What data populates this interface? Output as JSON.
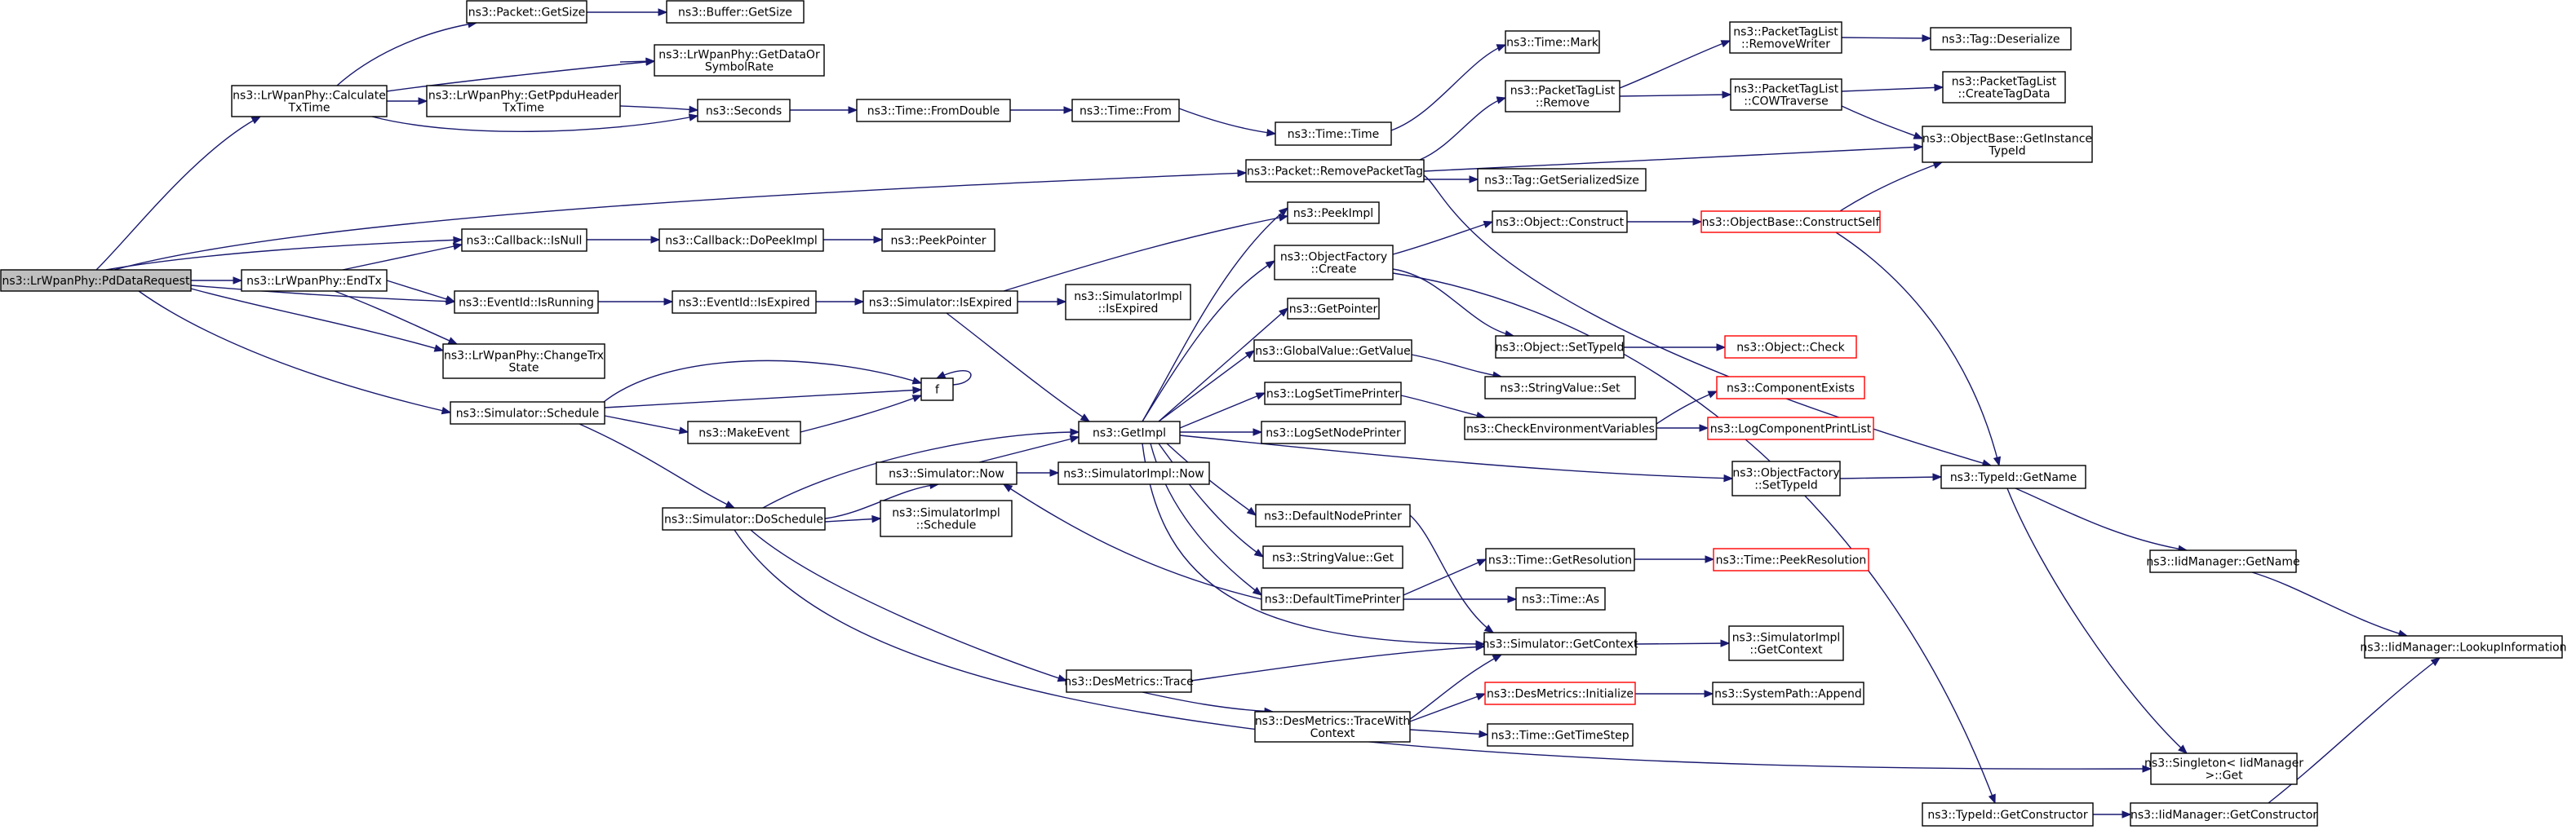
{
  "graph": {
    "edge_color": "#191970",
    "truncated_border_color": "#ff0000",
    "root_fill": "#bfbfbf",
    "nodes": [
      {
        "id": "n0",
        "lines": [
          "ns3::LrWpanPhy::PdDataRequest"
        ],
        "root": true
      },
      {
        "id": "n1",
        "lines": [
          "ns3::LrWpanPhy::Calculate",
          "TxTime"
        ]
      },
      {
        "id": "n2",
        "lines": [
          "ns3::Packet::GetSize"
        ]
      },
      {
        "id": "n3",
        "lines": [
          "ns3::Buffer::GetSize"
        ]
      },
      {
        "id": "n4",
        "lines": [
          "ns3::LrWpanPhy::GetDataOr",
          "SymbolRate"
        ]
      },
      {
        "id": "n5",
        "lines": [
          "ns3::LrWpanPhy::GetPpduHeader",
          "TxTime"
        ]
      },
      {
        "id": "n6",
        "lines": [
          "ns3::Seconds"
        ]
      },
      {
        "id": "n7",
        "lines": [
          "ns3::Time::FromDouble"
        ]
      },
      {
        "id": "n8",
        "lines": [
          "ns3::Time::From"
        ]
      },
      {
        "id": "n9",
        "lines": [
          "ns3::Time::Time"
        ]
      },
      {
        "id": "n10",
        "lines": [
          "ns3::Time::Mark"
        ]
      },
      {
        "id": "n11",
        "lines": [
          "ns3::PacketTagList",
          "::RemoveWriter"
        ]
      },
      {
        "id": "n12",
        "lines": [
          "ns3::Tag::Deserialize"
        ]
      },
      {
        "id": "n13",
        "lines": [
          "ns3::PacketTagList",
          "::Remove"
        ]
      },
      {
        "id": "n14",
        "lines": [
          "ns3::PacketTagList",
          "::COWTraverse"
        ]
      },
      {
        "id": "n15",
        "lines": [
          "ns3::PacketTagList",
          "::CreateTagData"
        ]
      },
      {
        "id": "n16",
        "lines": [
          "ns3::ObjectBase::GetInstance",
          "TypeId"
        ]
      },
      {
        "id": "n17",
        "lines": [
          "ns3::Packet::RemovePacketTag"
        ]
      },
      {
        "id": "n18",
        "lines": [
          "ns3::Tag::GetSerializedSize"
        ]
      },
      {
        "id": "n19",
        "lines": [
          "ns3::PeekImpl"
        ]
      },
      {
        "id": "n20",
        "lines": [
          "ns3::Callback::IsNull"
        ]
      },
      {
        "id": "n21",
        "lines": [
          "ns3::Callback::DoPeekImpl"
        ]
      },
      {
        "id": "n22",
        "lines": [
          "ns3::PeekPointer"
        ]
      },
      {
        "id": "n23",
        "lines": [
          "ns3::Object::Construct"
        ]
      },
      {
        "id": "n24",
        "lines": [
          "ns3::ObjectBase::ConstructSelf"
        ],
        "truncated": true
      },
      {
        "id": "n25",
        "lines": [
          "ns3::ObjectFactory",
          "::Create"
        ]
      },
      {
        "id": "n26",
        "lines": [
          "ns3::LrWpanPhy::EndTx"
        ]
      },
      {
        "id": "n27",
        "lines": [
          "ns3::EventId::IsRunning"
        ]
      },
      {
        "id": "n28",
        "lines": [
          "ns3::EventId::IsExpired"
        ]
      },
      {
        "id": "n29",
        "lines": [
          "ns3::Simulator::IsExpired"
        ]
      },
      {
        "id": "n30",
        "lines": [
          "ns3::SimulatorImpl",
          "::IsExpired"
        ]
      },
      {
        "id": "n31",
        "lines": [
          "ns3::GetPointer"
        ]
      },
      {
        "id": "n32",
        "lines": [
          "ns3::LrWpanPhy::ChangeTrx",
          "State"
        ]
      },
      {
        "id": "n33",
        "lines": [
          "ns3::GlobalValue::GetValue"
        ]
      },
      {
        "id": "n34",
        "lines": [
          "ns3::Object::SetTypeId"
        ]
      },
      {
        "id": "n35",
        "lines": [
          "ns3::Object::Check"
        ],
        "truncated": true
      },
      {
        "id": "n36",
        "lines": [
          "f"
        ]
      },
      {
        "id": "n37",
        "lines": [
          "ns3::StringValue::Set"
        ]
      },
      {
        "id": "n38",
        "lines": [
          "ns3::ComponentExists"
        ],
        "truncated": true
      },
      {
        "id": "n39",
        "lines": [
          "ns3::Simulator::Schedule"
        ]
      },
      {
        "id": "n40",
        "lines": [
          "ns3::LogSetTimePrinter"
        ]
      },
      {
        "id": "n41",
        "lines": [
          "ns3::MakeEvent"
        ]
      },
      {
        "id": "n42",
        "lines": [
          "ns3::GetImpl"
        ]
      },
      {
        "id": "n43",
        "lines": [
          "ns3::LogSetNodePrinter"
        ]
      },
      {
        "id": "n44",
        "lines": [
          "ns3::CheckEnvironmentVariables"
        ]
      },
      {
        "id": "n45",
        "lines": [
          "ns3::LogComponentPrintList"
        ],
        "truncated": true
      },
      {
        "id": "n46",
        "lines": [
          "ns3::Simulator::Now"
        ]
      },
      {
        "id": "n47",
        "lines": [
          "ns3::SimulatorImpl::Now"
        ]
      },
      {
        "id": "n48",
        "lines": [
          "ns3::ObjectFactory",
          "::SetTypeId"
        ]
      },
      {
        "id": "n49",
        "lines": [
          "ns3::TypeId::GetName"
        ]
      },
      {
        "id": "n50",
        "lines": [
          "ns3::Simulator::DoSchedule"
        ]
      },
      {
        "id": "n51",
        "lines": [
          "ns3::SimulatorImpl",
          "::Schedule"
        ]
      },
      {
        "id": "n52",
        "lines": [
          "ns3::DefaultNodePrinter"
        ]
      },
      {
        "id": "n53",
        "lines": [
          "ns3::IidManager::GetName"
        ]
      },
      {
        "id": "n54",
        "lines": [
          "ns3::StringValue::Get"
        ]
      },
      {
        "id": "n55",
        "lines": [
          "ns3::Time::GetResolution"
        ]
      },
      {
        "id": "n56",
        "lines": [
          "ns3::Time::PeekResolution"
        ],
        "truncated": true
      },
      {
        "id": "n57",
        "lines": [
          "ns3::DefaultTimePrinter"
        ]
      },
      {
        "id": "n58",
        "lines": [
          "ns3::Time::As"
        ]
      },
      {
        "id": "n59",
        "lines": [
          "ns3::IidManager::LookupInformation"
        ]
      },
      {
        "id": "n60",
        "lines": [
          "ns3::Simulator::GetContext"
        ]
      },
      {
        "id": "n61",
        "lines": [
          "ns3::SimulatorImpl",
          "::GetContext"
        ]
      },
      {
        "id": "n62",
        "lines": [
          "ns3::DesMetrics::Trace"
        ]
      },
      {
        "id": "n63",
        "lines": [
          "ns3::DesMetrics::Initialize"
        ],
        "truncated": true
      },
      {
        "id": "n64",
        "lines": [
          "ns3::SystemPath::Append"
        ]
      },
      {
        "id": "n65",
        "lines": [
          "ns3::DesMetrics::TraceWith",
          "Context"
        ]
      },
      {
        "id": "n66",
        "lines": [
          "ns3::Time::GetTimeStep"
        ]
      },
      {
        "id": "n67",
        "lines": [
          "ns3::Singleton< IidManager",
          ">::Get"
        ]
      },
      {
        "id": "n68",
        "lines": [
          "ns3::TypeId::GetConstructor"
        ]
      },
      {
        "id": "n69",
        "lines": [
          "ns3::IidManager::GetConstructor"
        ]
      }
    ]
  }
}
